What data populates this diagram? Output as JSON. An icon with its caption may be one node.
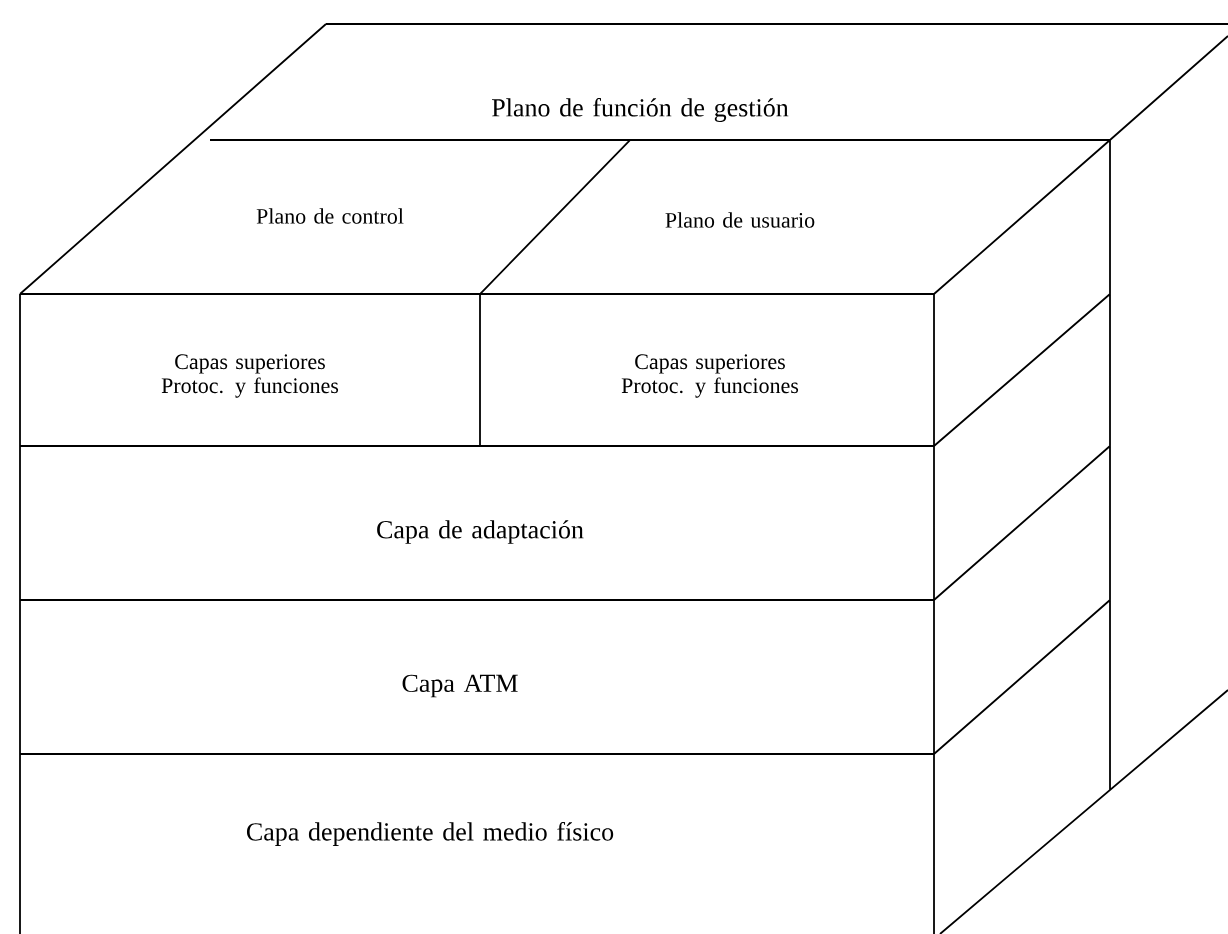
{
  "diagram": {
    "nodes": [
      {
        "text": [
          "Plano de función de gestión"
        ]
      },
      {
        "text": [
          "Plano de control"
        ]
      },
      {
        "text": [
          "Plano de usuario"
        ]
      },
      {
        "text": [
          "Capas superiores Protoc. y funciones"
        ]
      },
      {
        "text": [
          "Capas superiores Protoc. y funciones"
        ]
      },
      {
        "text": [
          "Capa de adaptación"
        ]
      },
      {
        "text": [
          "Capa ATM"
        ]
      },
      {
        "text": [
          "Capa dependiente del medio físico"
        ]
      }
    ]
  }
}
